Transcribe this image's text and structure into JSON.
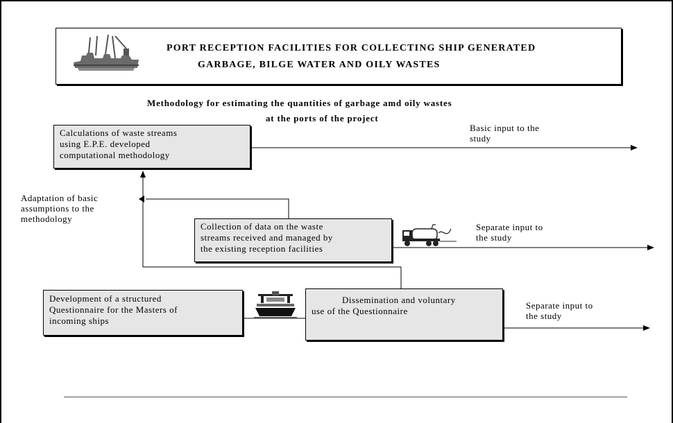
{
  "header": {
    "title_line1": "PORT RECEPTION FACILITIES FOR COLLECTING SHIP GENERATED",
    "title_line2": "GARBAGE, BILGE WATER AND OILY WASTES",
    "logo_icon": "ship-port-icon"
  },
  "subtitle": {
    "line1": "Methodology  for estimating the quantities of garbage amd oily wastes",
    "line2": "at  the ports of the project"
  },
  "boxes": {
    "calculations": [
      "Calculations of waste streams",
      "using E.P.E. developed",
      "computational methodology"
    ],
    "collection": [
      "Collection of data on the waste",
      "streams received and managed by",
      "the existing reception facilities"
    ],
    "development": [
      "Development of a structured",
      "Questionnaire for the Masters of",
      "incoming ships"
    ],
    "dissemination": [
      "Dissemination and voluntary",
      "use of the Questionnaire"
    ]
  },
  "labels": {
    "basic_input": [
      "Basic input to the",
      "study"
    ],
    "separate_input_1": [
      "Separate input to",
      "the study"
    ],
    "separate_input_2": [
      "Separate input to",
      "the study"
    ],
    "adaptation": [
      "Adaptation of  basic",
      "assumptions to the",
      "methodology"
    ]
  },
  "icons": {
    "truck": "tanker-truck-icon",
    "ship": "ship-icon"
  },
  "colors": {
    "box_fill": "#e6e6e6",
    "line": "#000000"
  }
}
